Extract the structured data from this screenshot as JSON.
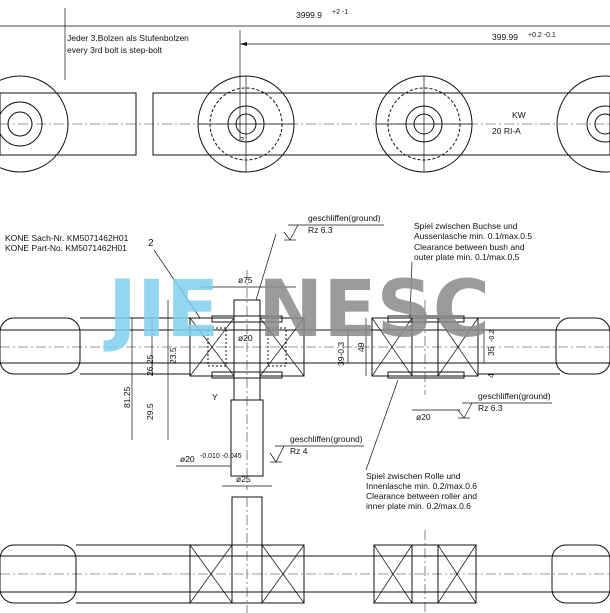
{
  "title_dim": "3999.9",
  "title_dim_tol": "+2 -1",
  "note_de": "Jeder 3.Bolzen als Stufenbolzen",
  "note_en": "every 3rd bolt is step-bolt",
  "pitch_dim": "399.99",
  "pitch_dim_tol": "+0.2 -0.1",
  "kw_label": "KW",
  "kw_sub": "20 RI-A",
  "center_mark": "?",
  "part_ids": {
    "sach_nr": "KONE Sach-Nr. KM5071462H01",
    "part_no": "KONE Part-No. KM5071462H01"
  },
  "callout_2": "2",
  "ground_label": "geschliffen(ground)",
  "rz_top": "Rz 6.3",
  "rz_right": "Rz 6.3",
  "rz_shaft": "Rz 4",
  "clearance_bush": [
    "Spiel zwischen Buchse und",
    "Aussenlasche min. 0.1/max.0.5",
    "Clearance between bush and",
    "outer plate min. 0.1/max.0.5"
  ],
  "clearance_roller": [
    "Spiel zwischen Rolle und",
    "Innenlasche min. 0.2/max.0.6",
    "Clearance between roller and",
    "inner plate min. 0.2/max.0.6"
  ],
  "dims": {
    "d75": "ø75",
    "d20_top": "ø20",
    "d20_right": "ø20",
    "d20_shaft": "ø20",
    "d20_shaft_tol": "-0.010 -0.045",
    "d25": "ø25",
    "v23_5": "23.5",
    "v26_25": "26.25",
    "v81_25": "81.25",
    "v29_5": "29.5",
    "v39_3": "39-0.3",
    "v49": "49",
    "v35": "35",
    "v35_tol": "-0.2",
    "v4": "4",
    "y_label": "Y"
  },
  "watermark": {
    "part1": "JIE",
    "part2": "NESC",
    "color1": "#7fd0ee",
    "color2": "#8a8a8a"
  }
}
